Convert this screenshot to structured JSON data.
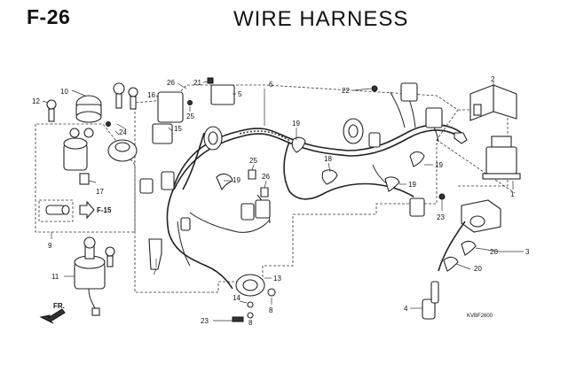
{
  "figure": {
    "id": "F-26",
    "title": "WIRE HARNESS",
    "drawing_code": "KVBF2600"
  },
  "callouts": {
    "c1": "1",
    "c2": "2",
    "c3": "3",
    "c4": "4",
    "c5": "5",
    "c6": "6",
    "c7": "7",
    "c8a": "8",
    "c8b": "8",
    "c9": "9",
    "c10": "10",
    "c11": "11",
    "c12": "12",
    "c13": "13",
    "c14": "14",
    "c15": "15",
    "c16": "16",
    "c17": "17",
    "c18": "18",
    "c19a": "19",
    "c19b": "19",
    "c19c": "19",
    "c19d": "19",
    "c20a": "20",
    "c20b": "20",
    "c21": "21",
    "c22": "22",
    "c23a": "23",
    "c23b": "23",
    "c24": "24",
    "c25a": "25",
    "c25b": "25",
    "c26a": "26",
    "c26b": "26"
  },
  "references": {
    "f15": "F-15",
    "front": "FR."
  },
  "icons": {
    "front_arrow": "arrow-left-down-icon",
    "ref_arrow": "arrow-right-icon"
  }
}
